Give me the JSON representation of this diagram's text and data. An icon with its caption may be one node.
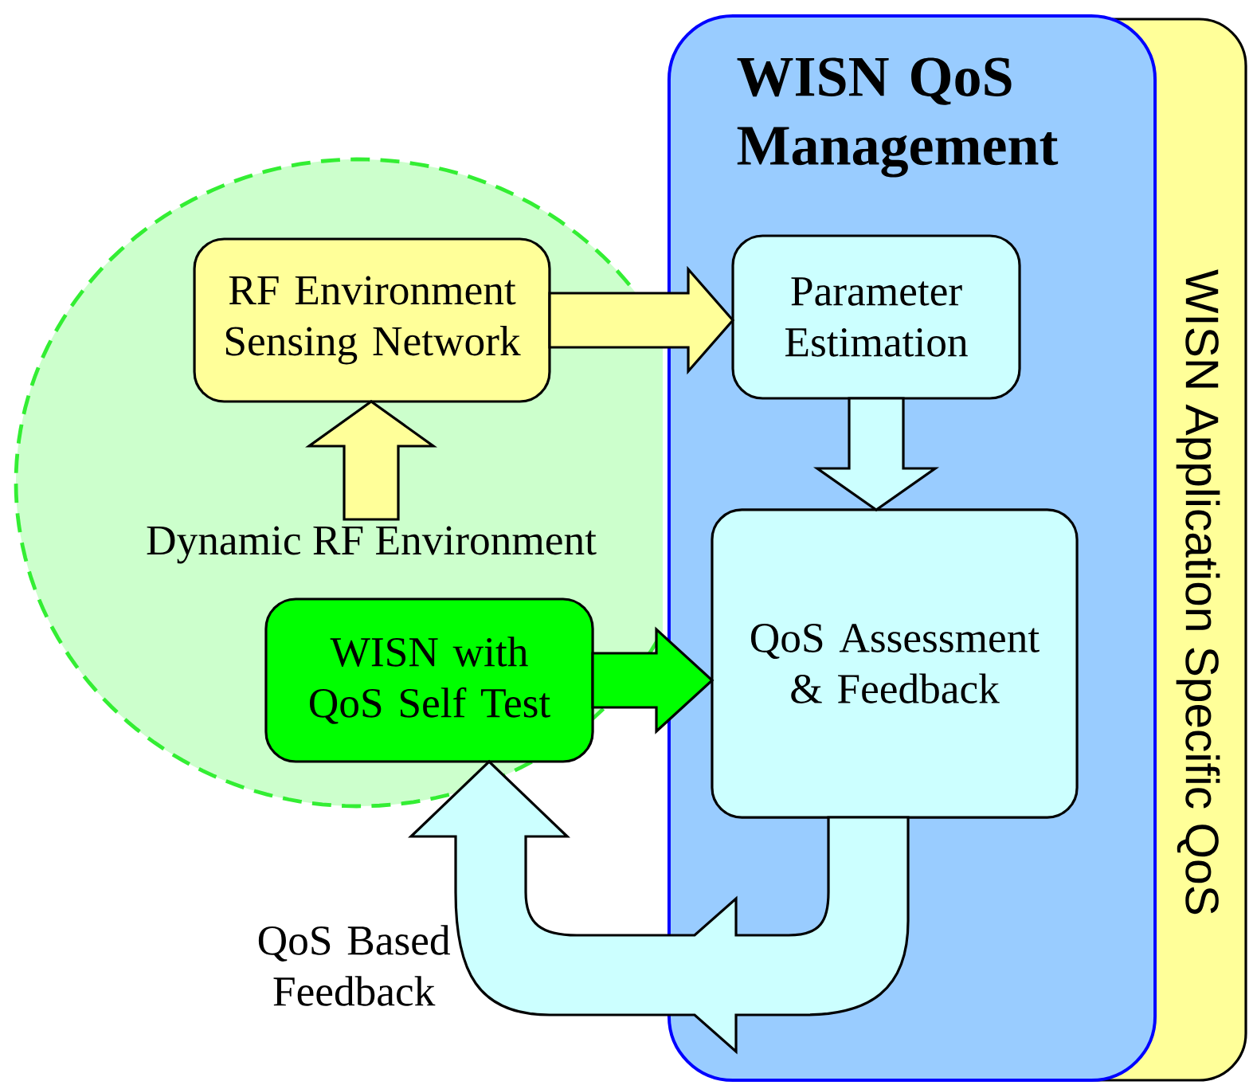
{
  "diagram": {
    "nodes": [
      {
        "text": [
          "WISN Application Specific QoS"
        ]
      },
      {
        "text": [
          "WISN QoS Management"
        ]
      },
      {
        "text": [],
        "shape": "ellipse"
      },
      {
        "text": [
          "RF Environment Sensing Network"
        ],
        "in": 2
      },
      {
        "text": [
          "Dynamic RF Environment"
        ],
        "in": 2
      },
      {
        "text": [
          "WISN with QoS Self Test"
        ],
        "in": 2
      },
      {
        "text": [
          "Parameter Estimation"
        ],
        "in": 1
      },
      {
        "text": [
          "QoS Assessment & Feedback"
        ],
        "in": 1
      }
    ],
    "edges": [
      {
        "from": 4,
        "to": 3,
        "arrow": "to",
        "color": "#ffff99"
      },
      {
        "from": 3,
        "to": 6,
        "arrow": "to",
        "color": "#ffff99"
      },
      {
        "from": 6,
        "to": 7,
        "arrow": "to",
        "color": "#ccffff"
      },
      {
        "from": 5,
        "to": 7,
        "arrow": "to",
        "color": "#00ff00"
      },
      {
        "from": 7,
        "to": 5,
        "arrow": "to",
        "color": "#ccffff",
        "label": "QoS Based Feedback"
      }
    ]
  }
}
